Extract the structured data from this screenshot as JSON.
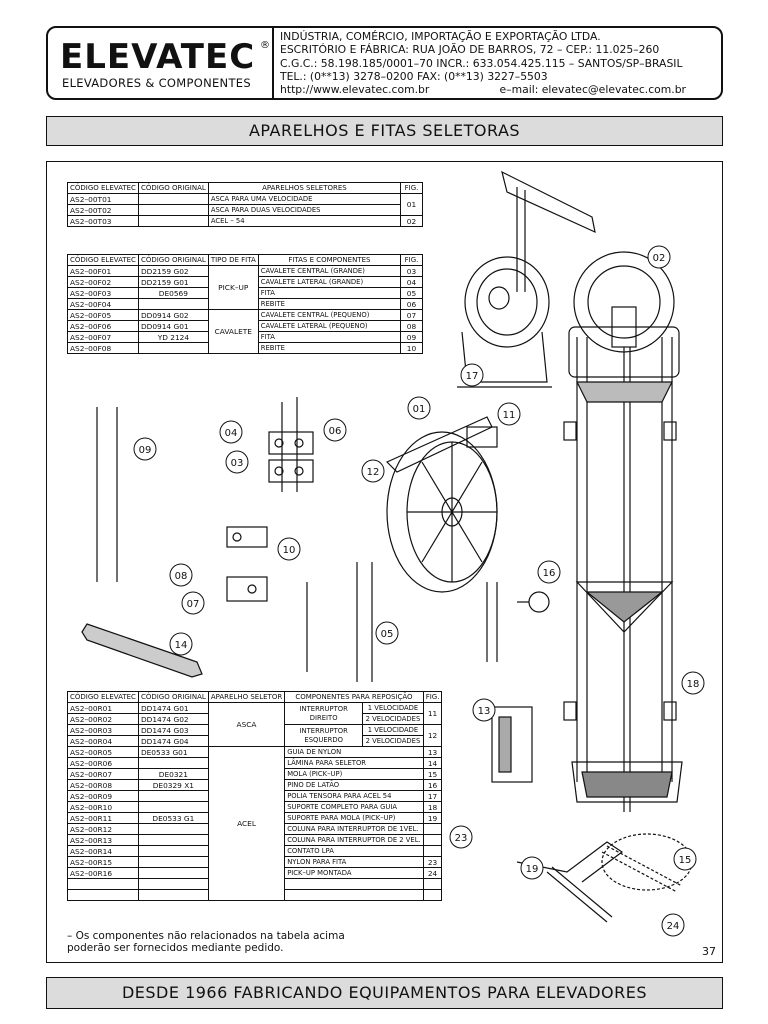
{
  "header": {
    "logo_word": "ELEVATEC",
    "logo_registered": "®",
    "logo_subtitle": "ELEVADORES & COMPONENTES",
    "company_line1": "INDÚSTRIA, COMÉRCIO, IMPORTAÇÃO E EXPORTAÇÃO LTDA.",
    "company_line2": "ESCRITÓRIO E FÁBRICA: RUA JOÃO DE BARROS, 72 – CEP.: 11.025–260",
    "company_line3": "C.G.C.: 58.198.185/0001–70 INCR.: 633.054.425.115 – SANTOS/SP–BRASIL",
    "company_line4": "TEL.: (0**13) 3278–0200     FAX: (0**13) 3227–5503",
    "website": "http://www.elevatec.com.br",
    "email": "e–mail: elevatec@elevatec.com.br"
  },
  "page_title": "APARELHOS E FITAS SELETORAS",
  "table_aparelhos": {
    "headers": [
      "CÓDIGO ELEVATEC",
      "CÓDIGO ORIGINAL",
      "APARELHOS SELETORES",
      "FIG."
    ],
    "rows": [
      {
        "code": "AS2–00T01",
        "original": "",
        "desc": "ASCA PARA UMA VELOCIDADE",
        "fig": "01"
      },
      {
        "code": "AS2–00T02",
        "original": "",
        "desc": "ASCA PARA DUAS VELOCIDADES",
        "fig": ""
      },
      {
        "code": "AS2–00T03",
        "original": "",
        "desc": "ACEL – 54",
        "fig": "02"
      }
    ]
  },
  "table_fitas": {
    "headers": [
      "CÓDIGO ELEVATEC",
      "CÓDIGO ORIGINAL",
      "TIPO DE FITA",
      "FITAS E COMPONENTES",
      "FIG."
    ],
    "tipo_pickup": "PICK–UP",
    "tipo_cavalete": "CAVALETE",
    "rows": [
      {
        "code": "AS2–00F01",
        "original": "DD2159 G02",
        "desc": "CAVALETE CENTRAL (GRANDE)",
        "fig": "03"
      },
      {
        "code": "AS2–00F02",
        "original": "DD2159 G01",
        "desc": "CAVALETE LATERAL (GRANDE)",
        "fig": "04"
      },
      {
        "code": "AS2–00F03",
        "original": "DE0569",
        "desc": "FITA",
        "fig": "05"
      },
      {
        "code": "AS2–00F04",
        "original": "",
        "desc": "REBITE",
        "fig": "06"
      },
      {
        "code": "AS2–00F05",
        "original": "DD0914 G02",
        "desc": "CAVALETE CENTRAL (PEQUENO)",
        "fig": "07"
      },
      {
        "code": "AS2–00F06",
        "original": "DD0914 G01",
        "desc": "CAVALETE LATERAL (PEQUENO)",
        "fig": "08"
      },
      {
        "code": "AS2–00F07",
        "original": "YD 2124",
        "desc": "FITA",
        "fig": "09"
      },
      {
        "code": "AS2–00F08",
        "original": "",
        "desc": "REBITE",
        "fig": "10"
      }
    ]
  },
  "table_componentes": {
    "headers": [
      "CÓDIGO ELEVATEC",
      "CÓDIGO ORIGINAL",
      "APARELHO SELETOR",
      "COMPONENTES PARA REPOSIÇÃO",
      "FIG."
    ],
    "selector_asca": "ASCA",
    "selector_acel": "ACEL",
    "interruptor_direito": "INTERRUPTOR DIREITO",
    "interruptor_esquerdo": "INTERRUPTOR ESQUERDO",
    "vel1": "1 VELOCIDADE",
    "vel2": "2 VELOCIDADES",
    "fig_direito": "11",
    "fig_esquerdo": "12",
    "rows_top": [
      {
        "code": "AS2–00R01",
        "original": "DD1474 G01"
      },
      {
        "code": "AS2–00R02",
        "original": "DD1474 G02"
      },
      {
        "code": "AS2–00R03",
        "original": "DD1474 G03"
      },
      {
        "code": "AS2–00R04",
        "original": "DD1474 G04"
      }
    ],
    "rows": [
      {
        "code": "AS2–00R05",
        "original": "DE0533 G01",
        "desc": "GUIA DE NYLON",
        "fig": "13"
      },
      {
        "code": "AS2–00R06",
        "original": "",
        "desc": "LÂMINA PARA SELETOR",
        "fig": "14"
      },
      {
        "code": "AS2–00R07",
        "original": "DE0321",
        "desc": "MOLA (PICK–UP)",
        "fig": "15"
      },
      {
        "code": "AS2–00R08",
        "original": "DE0329 X1",
        "desc": "PINO DE LATÃO",
        "fig": "16"
      },
      {
        "code": "AS2–00R09",
        "original": "",
        "desc": "POLIA TENSORA PARA ACEL 54",
        "fig": "17"
      },
      {
        "code": "AS2–00R10",
        "original": "",
        "desc": "SUPORTE COMPLETO PARA GUIA",
        "fig": "18"
      },
      {
        "code": "AS2–00R11",
        "original": "DE0533 G1",
        "desc": "SUPORTE PARA MOLA (PICK–UP)",
        "fig": "19"
      },
      {
        "code": "AS2–00R12",
        "original": "",
        "desc": "COLUNA PARA INTERRUPTOR DE 1VEL.",
        "fig": ""
      },
      {
        "code": "AS2–00R13",
        "original": "",
        "desc": "COLUNA PARA INTERRUPTOR DE 2 VEL.",
        "fig": ""
      },
      {
        "code": "AS2–00R14",
        "original": "",
        "desc": "CONTATO LPA",
        "fig": ""
      },
      {
        "code": "AS2–00R15",
        "original": "",
        "desc": "NYLON PARA FITA",
        "fig": "23"
      },
      {
        "code": "AS2–00R16",
        "original": "",
        "desc": "PICK–UP MONTADA",
        "fig": "24"
      }
    ]
  },
  "note_line1": "– Os componentes não relacionados na tabela acima",
  "note_line2": "poderão ser fornecidos mediante pedido.",
  "page_number": "37",
  "callouts": {
    "c01": "01",
    "c02": "02",
    "c03": "03",
    "c04": "04",
    "c05": "05",
    "c06": "06",
    "c07": "07",
    "c08": "08",
    "c09": "09",
    "c10": "10",
    "c11": "11",
    "c12": "12",
    "c13": "13",
    "c14": "14",
    "c15": "15",
    "c16": "16",
    "c17": "17",
    "c18": "18",
    "c19": "19",
    "c23": "23",
    "c24": "24"
  },
  "footer": "DESDE 1966 FABRICANDO EQUIPAMENTOS PARA ELEVADORES"
}
